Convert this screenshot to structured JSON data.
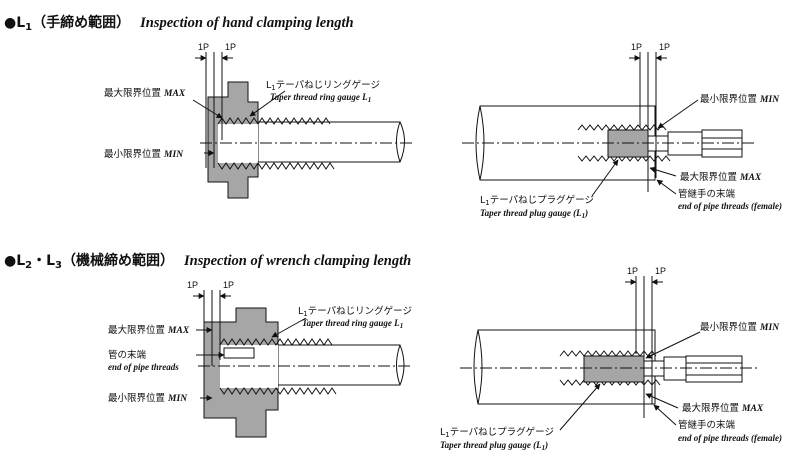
{
  "section1": {
    "bullet": "●",
    "title_a": "L",
    "title_sub": "1",
    "title_b": "（手締め範囲）",
    "title_en": "Inspection of hand clamping length"
  },
  "section2": {
    "bullet": "●",
    "title_a": "L",
    "title_sub": "2",
    "title_mid": "・L",
    "title_sub2": "3",
    "title_b": "（機械締め範囲）",
    "title_en": "Inspection of wrench clamping length"
  },
  "labels": {
    "pitch": "1P",
    "max_jp": "最大限界位置",
    "max_tag": "MAX",
    "min_jp": "最小限界位置",
    "min_tag": "MIN",
    "ring_gauge_jp_pre": "L",
    "ring_gauge_jp_sub": "1",
    "ring_gauge_jp": "テーパねじリングゲージ",
    "ring_gauge_en": "Taper thread ring gauge L",
    "ring_gauge_en_sub": "1",
    "plug_gauge_jp": "テーパねじプラグゲージ",
    "plug_gauge_en": "Taper thread plug gauge (L",
    "plug_gauge_en_sub": "1",
    "plug_gauge_en_end": ")",
    "pipe_end_jp": "管の末端",
    "pipe_end_en": "end of pipe threads",
    "fitting_end_jp": "管継手の末端",
    "fitting_end_en": "end of pipe threads (female)"
  },
  "colors": {
    "gauge_fill": "#a6a6a6",
    "line": "#111111",
    "pipe_fill": "#ffffff"
  }
}
